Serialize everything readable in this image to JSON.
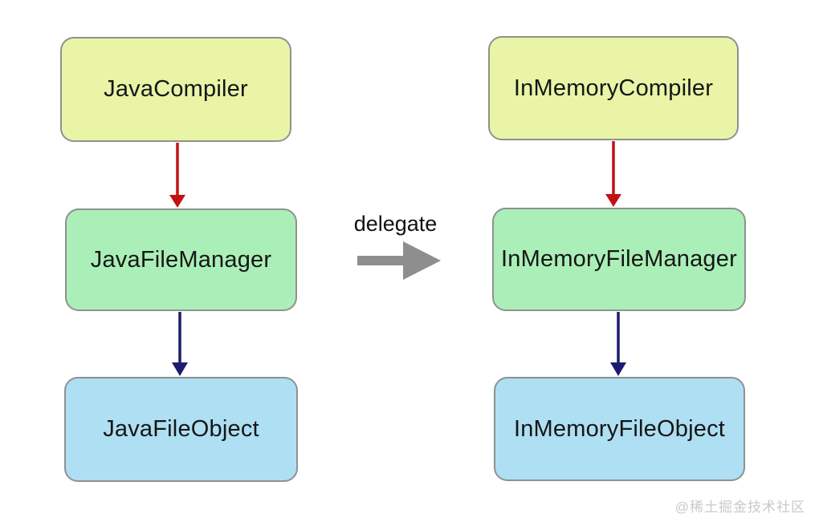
{
  "diagram": {
    "type": "flow-diagram",
    "left_column": {
      "boxes": [
        {
          "id": "JavaCompiler",
          "label": "JavaCompiler",
          "fill": "#e9f4a6"
        },
        {
          "id": "JavaFileManager",
          "label": "JavaFileManager",
          "fill": "#aaefb7"
        },
        {
          "id": "JavaFileObject",
          "label": "JavaFileObject",
          "fill": "#aedff2"
        }
      ]
    },
    "right_column": {
      "boxes": [
        {
          "id": "InMemoryCompiler",
          "label": "InMemoryCompiler",
          "fill": "#e9f4a6"
        },
        {
          "id": "InMemoryFileManager",
          "label": "InMemoryFileManager",
          "fill": "#aaefb7"
        },
        {
          "id": "InMemoryFileObject",
          "label": "InMemoryFileObject",
          "fill": "#aedff2"
        }
      ]
    },
    "edges": [
      {
        "from": "JavaCompiler",
        "to": "JavaFileManager",
        "color": "#c41212"
      },
      {
        "from": "JavaFileManager",
        "to": "JavaFileObject",
        "color": "#1c1c6e"
      },
      {
        "from": "InMemoryCompiler",
        "to": "InMemoryFileManager",
        "color": "#c41212"
      },
      {
        "from": "InMemoryFileManager",
        "to": "InMemoryFileObject",
        "color": "#1c1c6e"
      },
      {
        "from": "left_column",
        "to": "right_column",
        "color": "#8e8e8e",
        "label": "delegate"
      }
    ],
    "relation": {
      "label": "delegate"
    },
    "watermark": "@稀土掘金技术社区",
    "colors": {
      "box_border": "#8f9191",
      "box_yellow": "#e9f4a6",
      "box_green": "#aaefb7",
      "box_blue": "#aedff2",
      "arrow_red": "#c41212",
      "arrow_navy": "#1c1c6e",
      "arrow_gray": "#8e8e8e",
      "text": "#161616",
      "watermark_text": "#c9c9c9",
      "background": "#ffffff"
    }
  }
}
